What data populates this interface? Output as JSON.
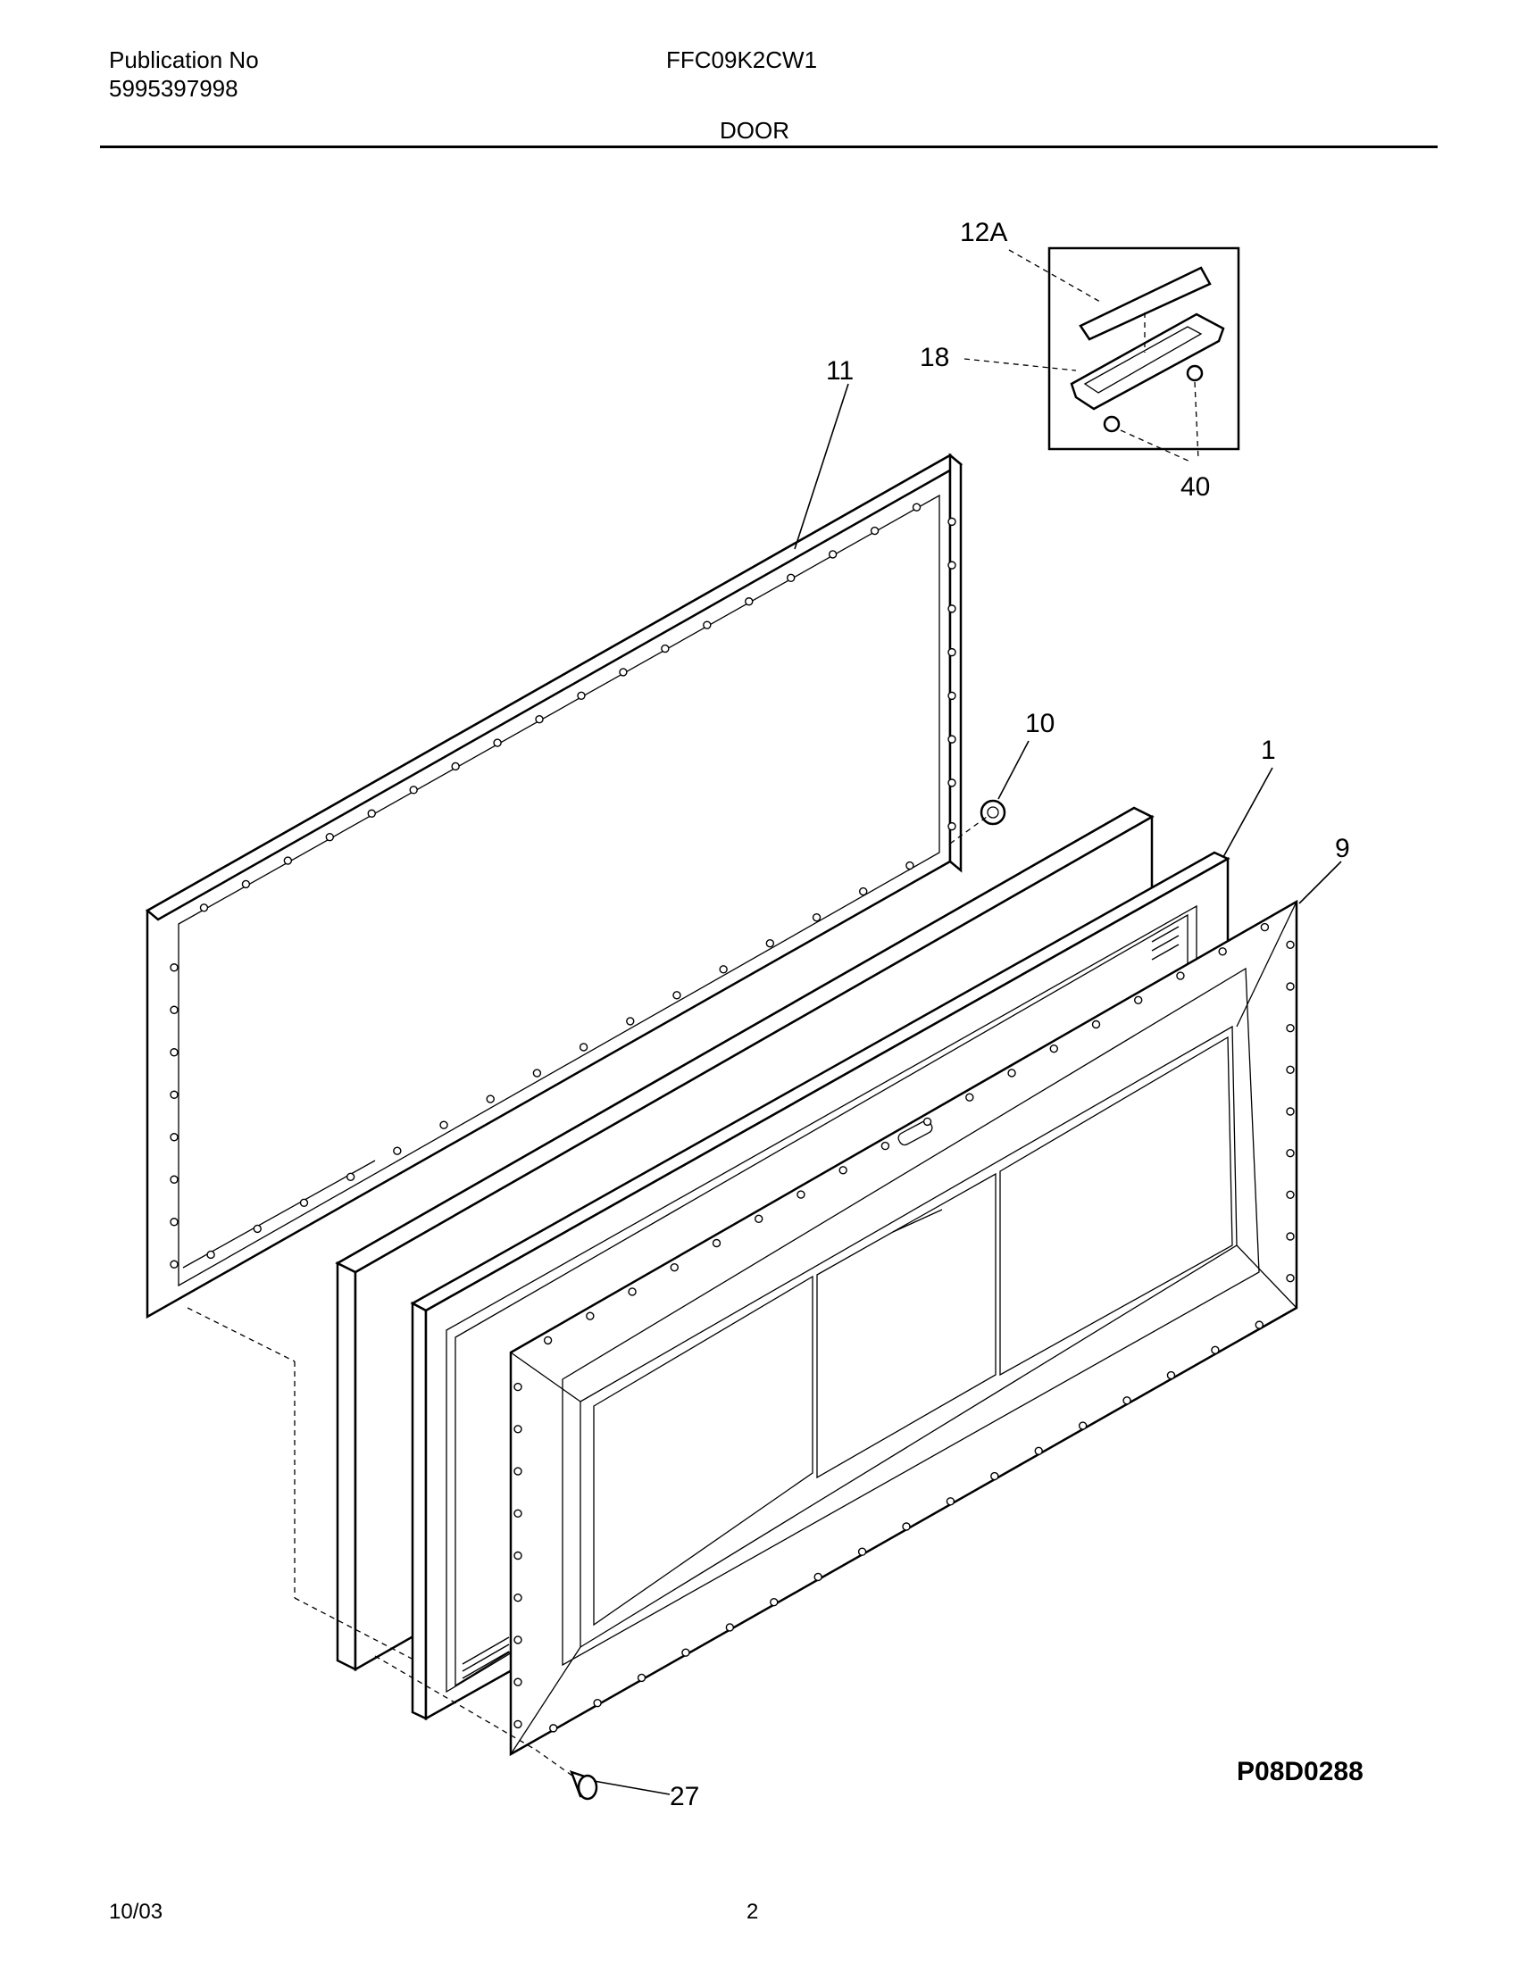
{
  "header": {
    "publication_label": "Publication No",
    "publication_number": "5995397998",
    "model": "FFC09K2CW1",
    "section": "DOOR"
  },
  "diagram": {
    "callouts": {
      "p12a": "12A",
      "p18": "18",
      "p11": "11",
      "p40": "40",
      "p10": "10",
      "p1": "1",
      "p9": "9",
      "p27": "27"
    },
    "figure_code": "P08D0288"
  },
  "footer": {
    "date": "10/03",
    "page": "2"
  }
}
